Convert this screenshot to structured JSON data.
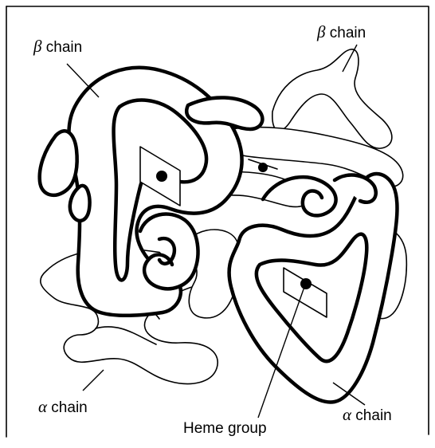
{
  "labels": {
    "beta_left": {
      "symbol": "β",
      "text": " chain"
    },
    "beta_right": {
      "symbol": "β",
      "text": " chain"
    },
    "alpha_left": {
      "symbol": "α",
      "text": " chain"
    },
    "alpha_right": {
      "symbol": "α",
      "text": " chain"
    },
    "heme": "Heme group"
  },
  "colors": {
    "stroke": "#000000",
    "background": "#ffffff"
  }
}
